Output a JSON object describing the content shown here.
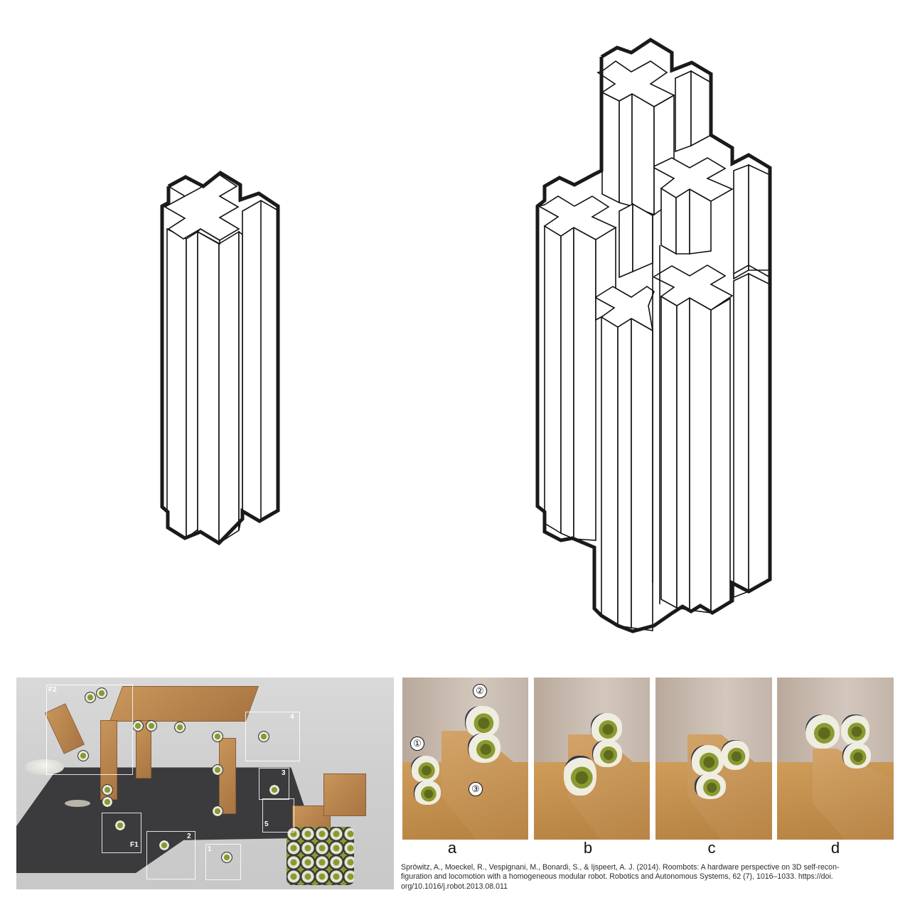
{
  "figure": {
    "left_diagram": {
      "description": "Single isometric cross-shaped column (line drawing)"
    },
    "right_diagram": {
      "description": "Cluster of isometric cross-shaped columns at varying heights (line drawing)"
    },
    "render_photo": {
      "insets": [
        {
          "label": "F2"
        },
        {
          "label": "4"
        },
        {
          "label": "3"
        },
        {
          "label": "5"
        },
        {
          "label": "F1"
        },
        {
          "label": "2"
        },
        {
          "label": "1"
        }
      ]
    },
    "sequence_photos": {
      "markers": [
        "①",
        "②",
        "③"
      ],
      "panels": [
        {
          "letter": "a"
        },
        {
          "letter": "b"
        },
        {
          "letter": "c"
        },
        {
          "letter": "d"
        }
      ]
    },
    "citation": {
      "text": "Spröwitz, A., Moeckel, R., Vespignani, M., Bonardi, S., & Ijspeert, A. J. (2014). Roombots: A hardware perspective on 3D self-reconfiguration and locomotion with a homogeneous modular robot. Robotics and Autonomous Systems, 62 (7), 1016–1033. https://doi.org/10.1016/j.robot.2013.08.011",
      "line1": "Spröwitz, A., Moeckel, R., Vespignani, M., Bonardi, S., & Ijspeert, A. J. (2014). Roombots: A hardware perspective on 3D self-recon-",
      "line2": "figuration and locomotion with a homogeneous modular robot. Robotics and Autonomous Systems, 62 (7), 1016–1033. https://doi.",
      "line3": "org/10.1016/j.robot.2013.08.011"
    },
    "colors": {
      "line": "#111111",
      "outline": "#1a1a1a",
      "background": "#ffffff",
      "wood": "#c8955a",
      "mat": "#3b3b3d",
      "module_green": "#8a9a2e"
    }
  }
}
